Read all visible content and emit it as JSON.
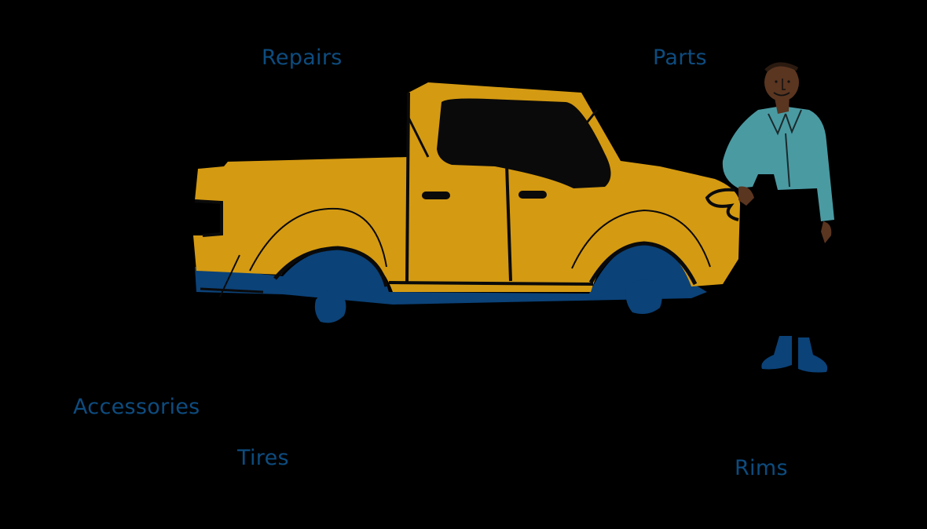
{
  "labels": {
    "repairs": "Repairs",
    "parts": "Parts",
    "accessories": "Accessories",
    "tires": "Tires",
    "rims": "Rims"
  },
  "illustration": {
    "subject": "pickup-truck-with-person",
    "colors": {
      "background": "#000000",
      "truck_body": "#d49a12",
      "truck_outline": "#0a0a0a",
      "tire_shadow": "#0b4278",
      "shirt": "#4a9aa2",
      "skin": "#5a3520",
      "boots": "#0b4278",
      "label_text": "#0d4c7f"
    }
  }
}
